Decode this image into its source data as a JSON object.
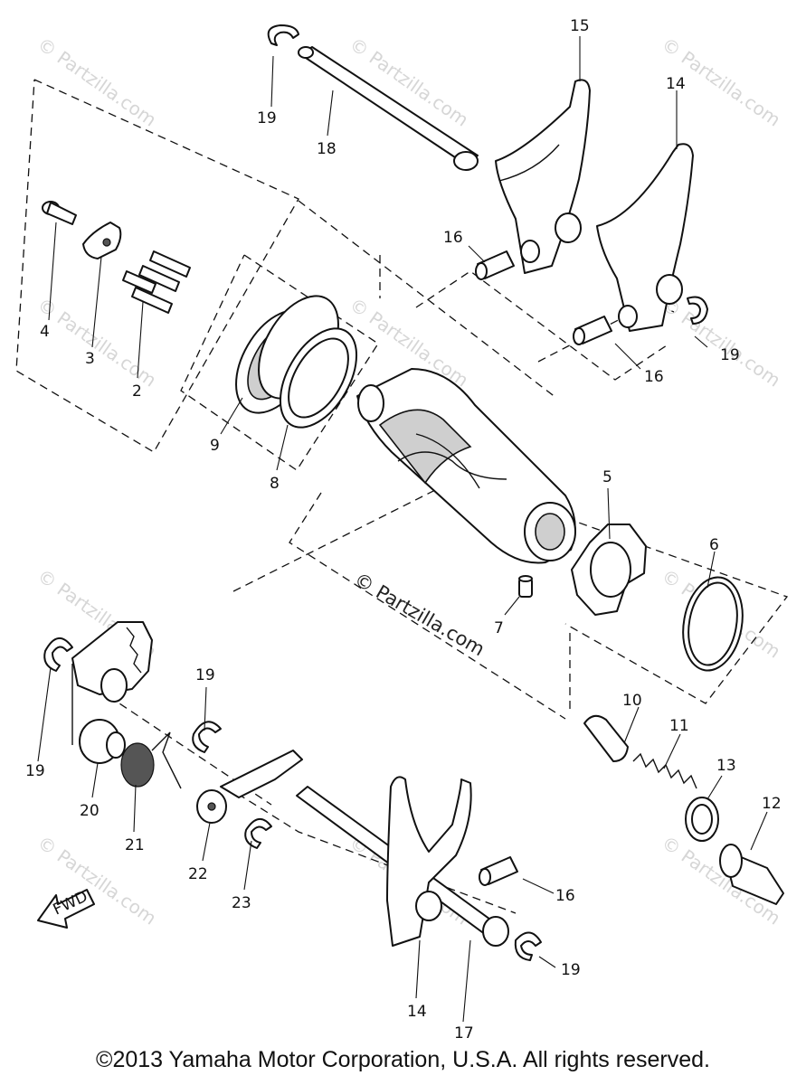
{
  "copyright": "©2013 Yamaha Motor Corporation, U.S.A. All rights reserved.",
  "watermark_text": "© Partzilla.com",
  "center_watermark": "© Partzilla.com",
  "fwd_label": "FWD",
  "callouts": {
    "c1": "2",
    "c2": "3",
    "c3": "4",
    "c4": "5",
    "c5": "6",
    "c6": "7",
    "c7": "8",
    "c8": "9",
    "c9": "10",
    "c10": "11",
    "c11": "12",
    "c12": "13",
    "c13": "14",
    "c14": "14",
    "c15": "15",
    "c16": "16",
    "c17": "16",
    "c18": "16",
    "c19": "17",
    "c20": "18",
    "c21": "19",
    "c22": "19",
    "c23": "19",
    "c24": "19",
    "c25": "19",
    "c26": "20",
    "c27": "21",
    "c28": "22",
    "c29": "23"
  }
}
